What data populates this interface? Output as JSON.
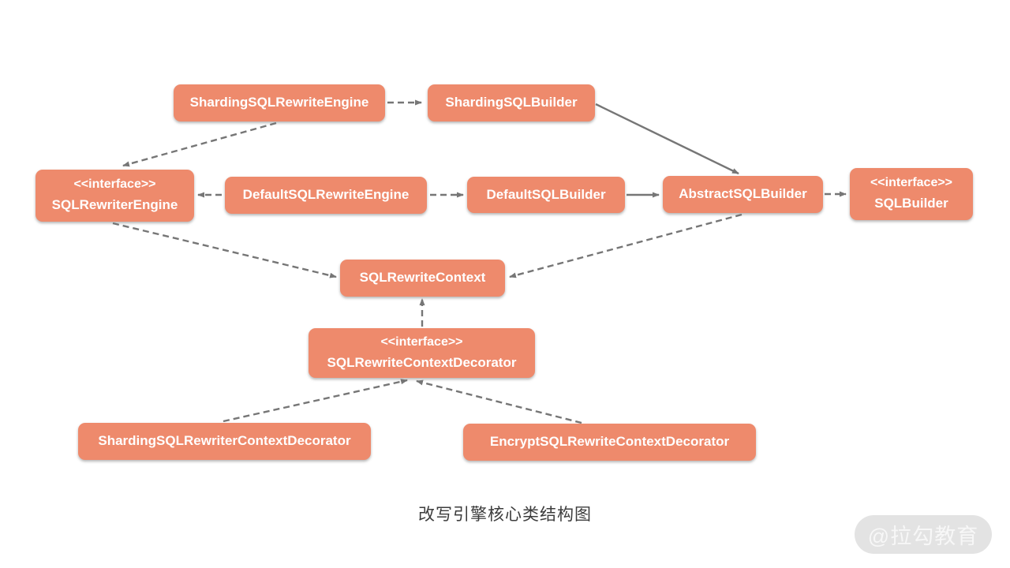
{
  "diagram": {
    "caption": "改写引擎核心类结构图",
    "watermark": "@拉勾教育",
    "nodes": [
      {
        "stereotype": "",
        "label": "ShardingSQLRewriteEngine"
      },
      {
        "stereotype": "",
        "label": "ShardingSQLBuilder"
      },
      {
        "stereotype": "<<interface>>",
        "label": "SQLRewriterEngine"
      },
      {
        "stereotype": "",
        "label": "DefaultSQLRewriteEngine"
      },
      {
        "stereotype": "",
        "label": "DefaultSQLBuilder"
      },
      {
        "stereotype": "",
        "label": "AbstractSQLBuilder"
      },
      {
        "stereotype": "<<interface>>",
        "label": "SQLBuilder"
      },
      {
        "stereotype": "",
        "label": "SQLRewriteContext"
      },
      {
        "stereotype": "<<interface>>",
        "label": "SQLRewriteContextDecorator"
      },
      {
        "stereotype": "",
        "label": "ShardingSQLRewriterContextDecorator"
      },
      {
        "stereotype": "",
        "label": "EncryptSQLRewriteContextDecorator"
      }
    ],
    "edges": [
      {
        "from": "ShardingSQLRewriteEngine",
        "to": "ShardingSQLBuilder",
        "style": "dashed"
      },
      {
        "from": "ShardingSQLRewriteEngine",
        "to": "SQLRewriterEngine",
        "style": "dashed"
      },
      {
        "from": "DefaultSQLRewriteEngine",
        "to": "SQLRewriterEngine",
        "style": "dashed"
      },
      {
        "from": "DefaultSQLRewriteEngine",
        "to": "DefaultSQLBuilder",
        "style": "dashed"
      },
      {
        "from": "DefaultSQLBuilder",
        "to": "AbstractSQLBuilder",
        "style": "solid"
      },
      {
        "from": "ShardingSQLBuilder",
        "to": "AbstractSQLBuilder",
        "style": "solid"
      },
      {
        "from": "AbstractSQLBuilder",
        "to": "SQLBuilder",
        "style": "dashed"
      },
      {
        "from": "SQLRewriterEngine",
        "to": "SQLRewriteContext",
        "style": "dashed"
      },
      {
        "from": "AbstractSQLBuilder",
        "to": "SQLRewriteContext",
        "style": "dashed"
      },
      {
        "from": "SQLRewriteContextDecorator",
        "to": "SQLRewriteContext",
        "style": "dashed"
      },
      {
        "from": "ShardingSQLRewriterContextDecorator",
        "to": "SQLRewriteContextDecorator",
        "style": "dashed"
      },
      {
        "from": "EncryptSQLRewriteContextDecorator",
        "to": "SQLRewriteContextDecorator",
        "style": "dashed"
      }
    ],
    "colors": {
      "node_fill": "#ee8a6c",
      "node_text": "#ffffff",
      "connector": "#767676",
      "caption_text": "#3c3c3c",
      "watermark_bg": "#e3e3e3",
      "watermark_text": "#f7f7f7"
    }
  }
}
